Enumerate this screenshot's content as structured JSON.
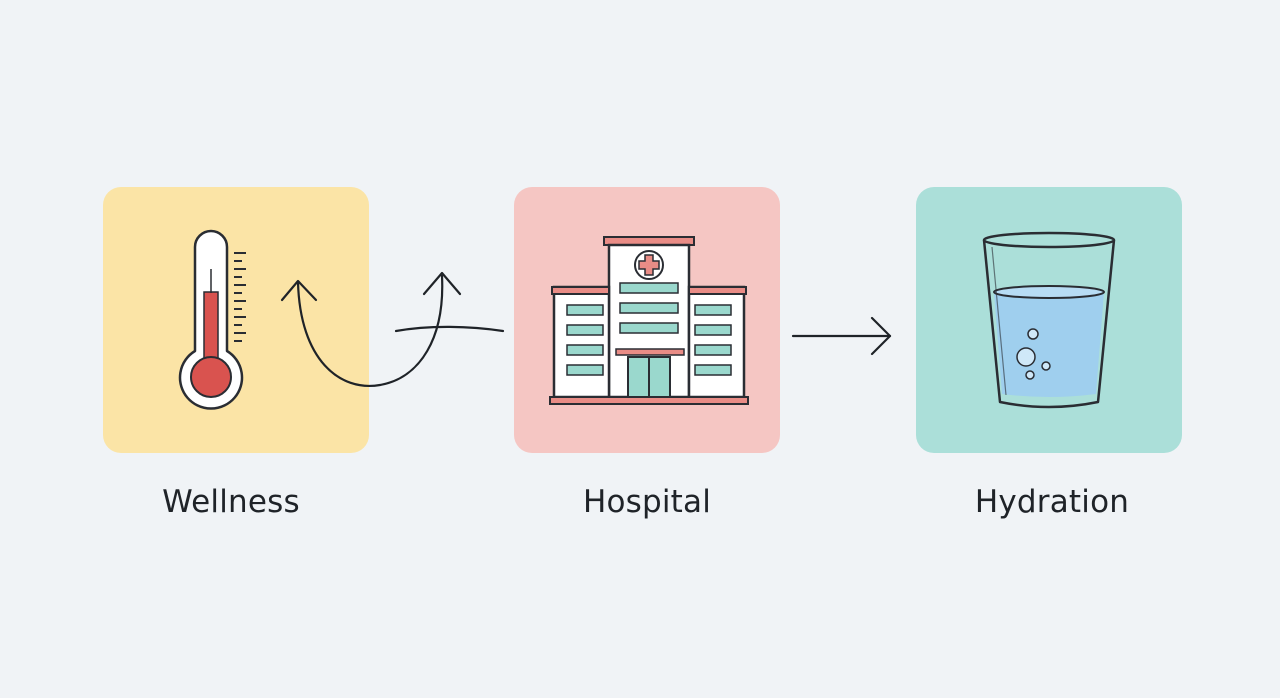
{
  "nodes": [
    {
      "label": "Wellness",
      "icon": "thermometer-icon",
      "color": "#fbe4a6"
    },
    {
      "label": "Hospital",
      "icon": "hospital-building-icon",
      "color": "#f5c6c3"
    },
    {
      "label": "Hydration",
      "icon": "water-glass-icon",
      "color": "#abdfd9"
    }
  ],
  "colors": {
    "background": "#f0f3f6",
    "stroke": "#2a2d33",
    "thermometer_fill": "#d9534f",
    "hospital_accent": "#e98c86",
    "hospital_windows": "#9ad8cd",
    "water": "#9fcfee"
  }
}
